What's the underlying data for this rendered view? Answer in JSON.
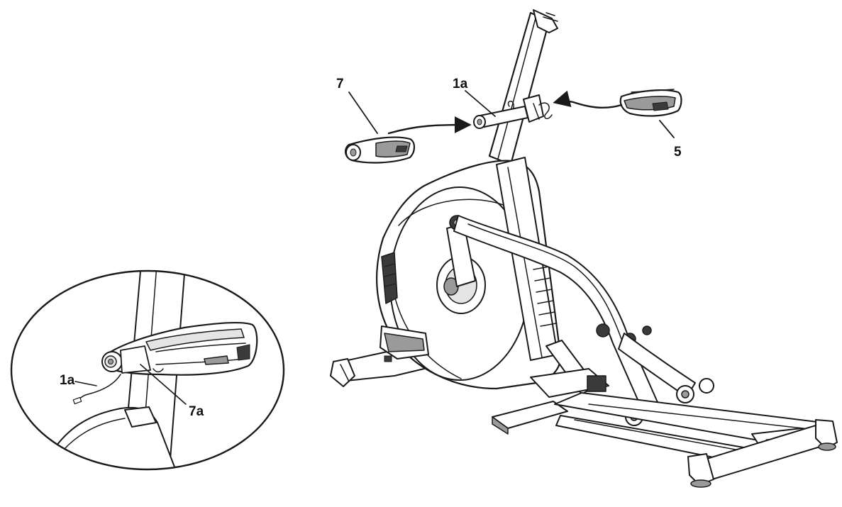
{
  "callouts": {
    "console_part": "5",
    "grip_part": "7",
    "cable_main": "1a",
    "cable_detail": "1a",
    "grip_connector_detail": "7a"
  },
  "colors": {
    "line": "#1a1a1a",
    "shade": "#9a9a9a",
    "dark": "#3a3a3a",
    "background": "#ffffff"
  }
}
